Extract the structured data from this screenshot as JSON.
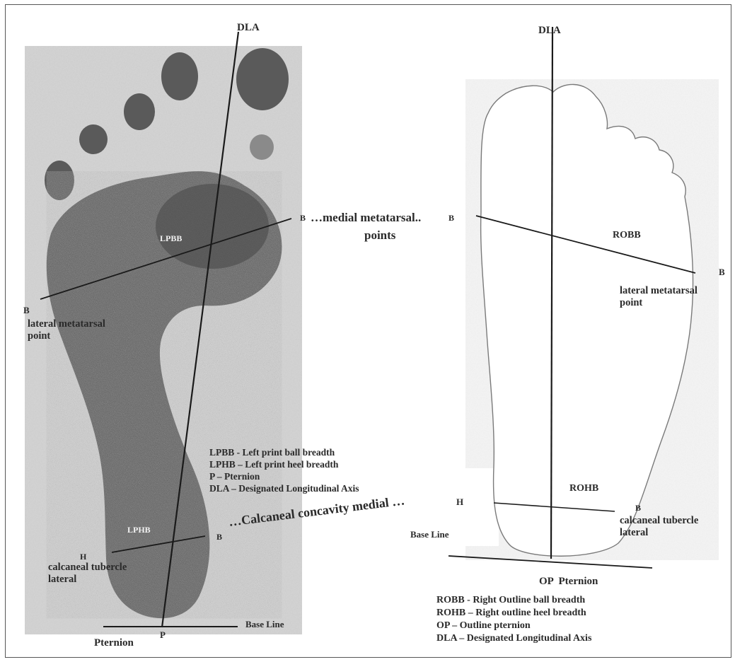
{
  "left_print": {
    "dla": "DLA",
    "lpbb": "LPBB",
    "lphb": "LPHB",
    "b_ball_lateral": "B",
    "lateral_metatarsal_point": "lateral metatarsal\npoint",
    "b_medial": "B",
    "h_heel": "H",
    "calcaneal_tubercle_lateral": "calcaneal tubercle\nlateral",
    "b_heel": "B",
    "p": "P",
    "pternion": "Pternion",
    "base_line": "Base Line",
    "legend": [
      "LPBB - Left print ball breadth",
      "LPHB – Left print heel breadth",
      "P –  Pternion",
      "DLA – Designated Longitudinal Axis"
    ]
  },
  "connectors": {
    "medial_metatarsal_points": "…medial  metatarsal..",
    "points": "points",
    "calcaneal_concavity_medial": "…Calcaneal concavity medial …"
  },
  "right_outline": {
    "dla": "DLA",
    "b_medial": "B",
    "robb": "ROBB",
    "b_lateral": "B",
    "lateral_metatarsal_point": "lateral metatarsal\npoint",
    "h_heel": "H",
    "rohb": "ROHB",
    "b_heel": "B",
    "calcaneal_tubercle_lateral": "calcaneal tubercle\nlateral",
    "base_line": "Base Line",
    "op_pternion": "OP  Pternion",
    "legend": [
      "ROBB - Right Outline ball breadth",
      "ROHB – Right outline heel breadth",
      "OP – Outline pternion",
      "DLA – Designated Longitudinal Axis"
    ]
  }
}
